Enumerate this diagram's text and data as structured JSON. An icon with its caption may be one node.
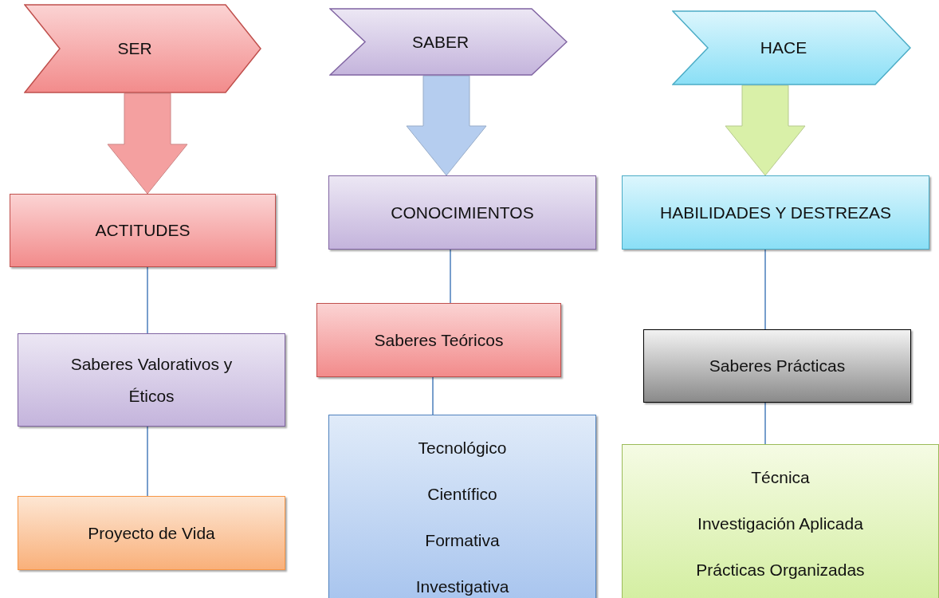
{
  "diagram": {
    "nodes": [
      {
        "text": [
          "SER"
        ]
      },
      {
        "text": [
          "SABER"
        ]
      },
      {
        "text": [
          "HACE"
        ]
      },
      {
        "text": [
          "ACTITUDES"
        ]
      },
      {
        "text": [
          "Saberes Valorativos y Éticos"
        ]
      },
      {
        "text": [
          "Proyecto de Vida"
        ]
      },
      {
        "text": [
          "CONOCIMIENTOS"
        ]
      },
      {
        "text": [
          "Saberes Teóricos"
        ]
      },
      {
        "text": [
          "Tecnológico",
          "Científico",
          "Formativa",
          "Investigativa"
        ]
      },
      {
        "text": [
          "HABILIDADES Y DESTREZAS"
        ]
      },
      {
        "text": [
          "Saberes Prácticas"
        ]
      },
      {
        "text": [
          "Técnica",
          "Investigación Aplicada",
          "Prácticas Organizadas"
        ]
      }
    ],
    "edges": [
      {
        "from": 0,
        "to": 3,
        "arrow": "to",
        "style": "thick",
        "color": "#f4a0a0"
      },
      {
        "from": 3,
        "to": 4,
        "arrow": "none"
      },
      {
        "from": 4,
        "to": 5,
        "arrow": "none"
      },
      {
        "from": 1,
        "to": 6,
        "arrow": "to",
        "style": "thick",
        "color": "#b5cdef"
      },
      {
        "from": 6,
        "to": 7,
        "arrow": "none"
      },
      {
        "from": 7,
        "to": 8,
        "arrow": "none"
      },
      {
        "from": 2,
        "to": 9,
        "arrow": "to",
        "style": "thick",
        "color": "#d9f0a8"
      },
      {
        "from": 9,
        "to": 10,
        "arrow": "none"
      },
      {
        "from": 10,
        "to": 11,
        "arrow": "none"
      }
    ]
  }
}
